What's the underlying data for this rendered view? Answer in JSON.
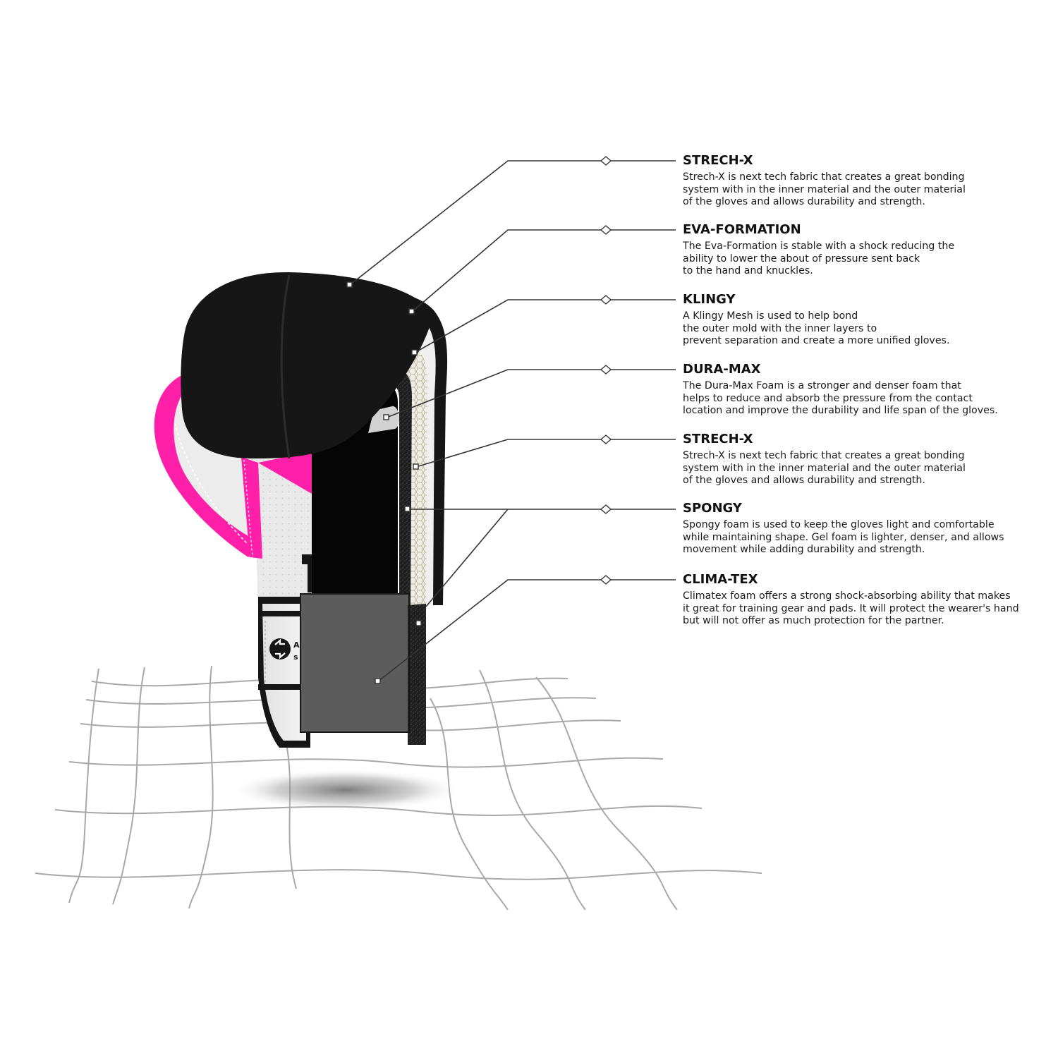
{
  "colors": {
    "accent_pink": "#ff1fa8",
    "glove_black": "#161616",
    "glove_white": "#efefef",
    "core_gray": "#5c5c5c",
    "mesh_gray": "#a8a8a8",
    "callout_line": "#333333"
  },
  "brand": {
    "line1": "AIR",
    "line2": "s y"
  },
  "layers": [
    {
      "title": "STRECH-X",
      "desc": "Strech-X is next tech fabric that creates a great bonding\nsystem with in the inner material and the outer material\nof the gloves and allows durability and strength."
    },
    {
      "title": "EVA-FORMATION",
      "desc": "The Eva-Formation is stable with a shock reducing the\nability to lower the about of pressure sent back\nto the hand and knuckles."
    },
    {
      "title": "KLINGY",
      "desc": "A Klingy Mesh is used to help bond\nthe outer mold with the inner layers to\nprevent separation and create a more unified gloves."
    },
    {
      "title": "DURA-MAX",
      "desc": "The Dura-Max Foam is a stronger and denser foam that\nhelps to reduce and absorb the pressure from the contact\nlocation and improve the durability and life span of the gloves."
    },
    {
      "title": "STRECH-X",
      "desc": "Strech-X is next tech fabric that creates a great bonding\nsystem with in the inner material and the outer material\nof the gloves and allows durability and strength."
    },
    {
      "title": "SPONGY",
      "desc": "Spongy foam is used to keep the gloves light and comfortable\nwhile maintaining shape. Gel foam is lighter, denser, and allows\nmovement while adding durability and strength."
    },
    {
      "title": "CLIMA-TEX",
      "desc": "Climatex foam offers a strong shock-absorbing ability that makes\nit great for training gear and pads. It will protect the wearer's hand\nbut will not offer as much protection for the partner."
    }
  ]
}
